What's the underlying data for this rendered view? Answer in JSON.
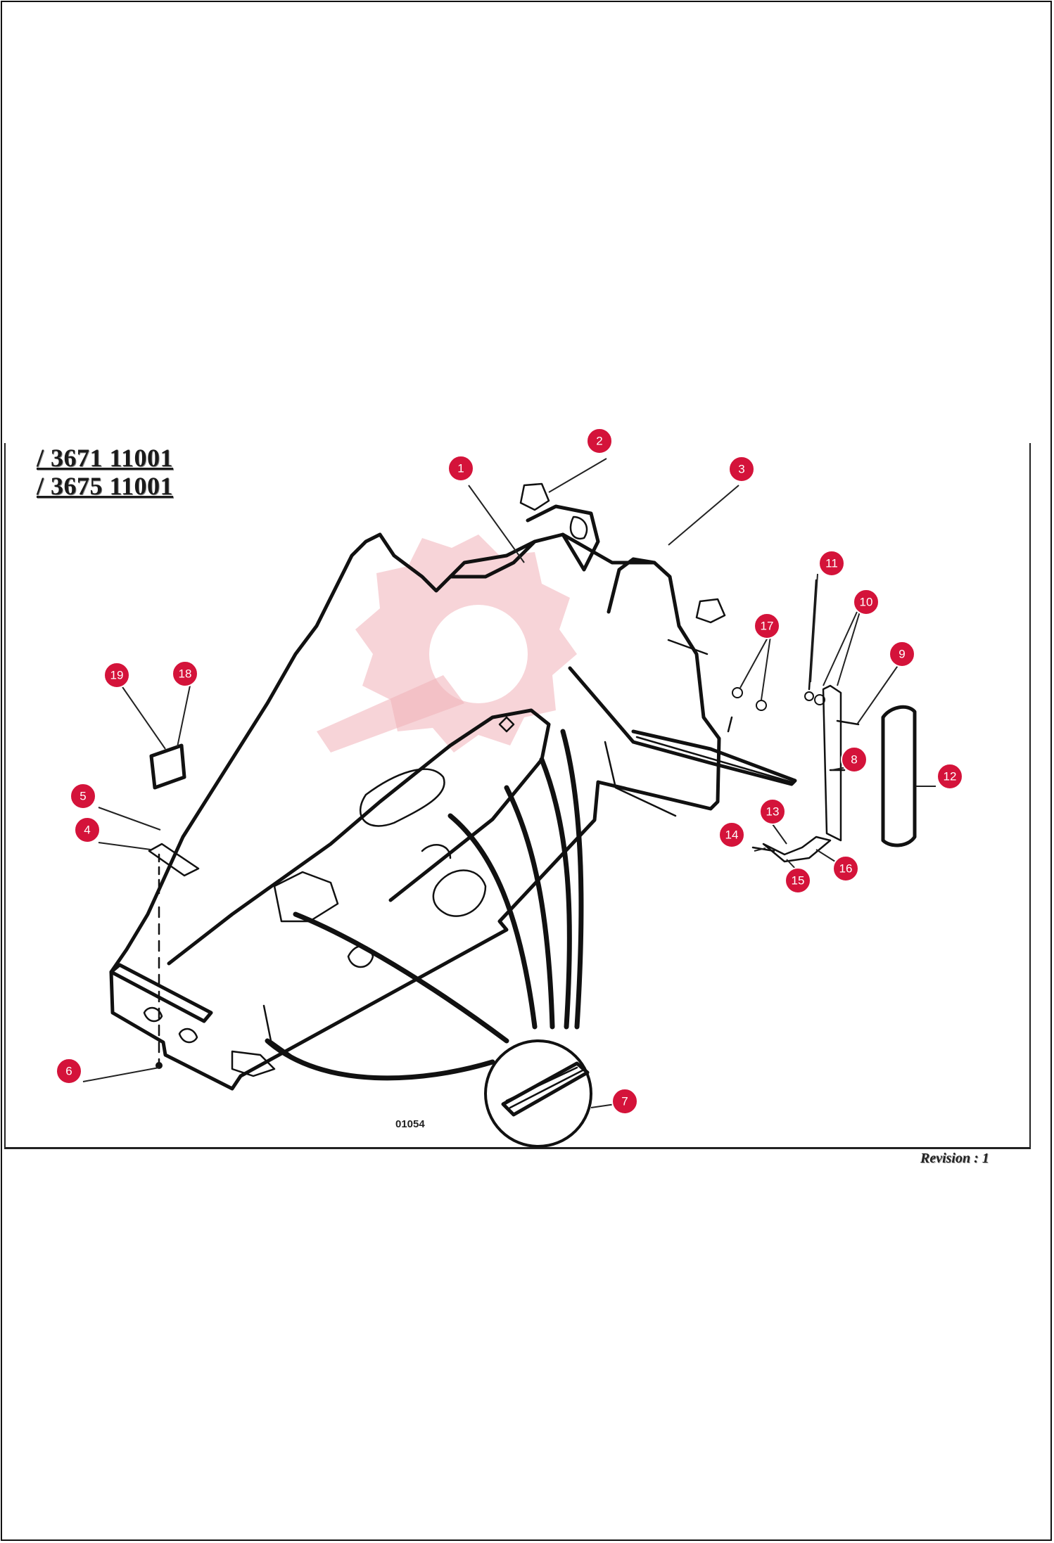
{
  "header": {
    "model_codes": [
      "/ 3671 11001",
      "/ 3675 11001"
    ]
  },
  "drawing": {
    "reference_number": "01054",
    "revision": "Revision : 1",
    "callouts": [
      "1",
      "2",
      "3",
      "4",
      "5",
      "6",
      "7",
      "8",
      "9",
      "10",
      "11",
      "12",
      "13",
      "14",
      "15",
      "16",
      "17",
      "18",
      "19"
    ]
  },
  "colors": {
    "callout": "#d4133a",
    "linework": "#111111",
    "watermark": "#f0b0b8"
  }
}
